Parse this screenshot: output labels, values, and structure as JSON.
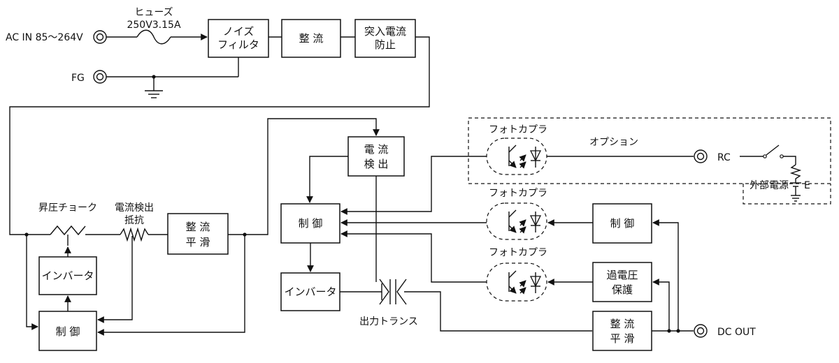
{
  "labels": {
    "ac_in": "AC IN 85～264V",
    "fuse_line1": "ヒューズ",
    "fuse_line2": "250V3.15A",
    "fg": "FG",
    "noise_filter_1": "ノイズ",
    "noise_filter_2": "フィルタ",
    "rectify": "整 流",
    "inrush_1": "突入電流",
    "inrush_2": "防止",
    "boost_choke": "昇圧チョーク",
    "sense_res_1": "電流検出",
    "sense_res_2": "抵抗",
    "smooth_1": "整 流",
    "smooth_2": "平 滑",
    "inverter_left": "インバータ",
    "control_left": "制 御",
    "current_detect_1": "電 流",
    "current_detect_2": "検 出",
    "control_mid": "制 御",
    "inverter_mid": "インバータ",
    "output_transformer": "出力トランス",
    "photocoupler_1": "フォトカプラ",
    "photocoupler_2": "フォトカプラ",
    "photocoupler_3": "フォトカプラ",
    "option": "オプション",
    "rc": "RC",
    "ext_power": "外部電源",
    "e": "E",
    "control_right": "制 御",
    "ovp_1": "過電圧",
    "ovp_2": "保護",
    "out_smooth_1": "整 流",
    "out_smooth_2": "平 滑",
    "dc_out": "DC OUT"
  }
}
